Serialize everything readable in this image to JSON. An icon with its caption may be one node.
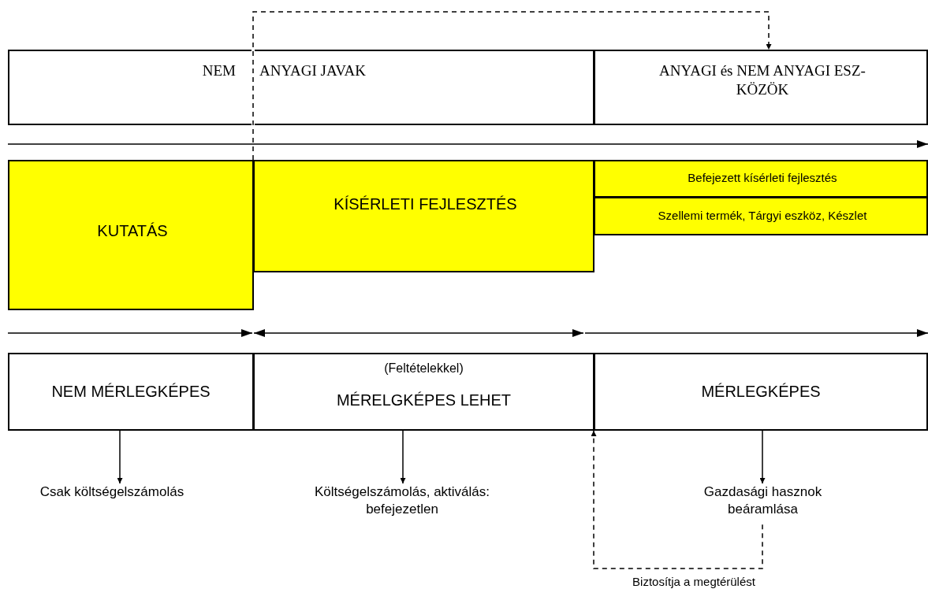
{
  "diagram": {
    "nodes": [
      {
        "text": [
          "NEM"
        ]
      },
      {
        "text": [
          "ANYAGI JAVAK"
        ]
      },
      {
        "text": [
          "ANYAGI és NEM ANYAGI ESZ- KÖZÖK"
        ]
      },
      {
        "text": [
          "KUTATÁS"
        ]
      },
      {
        "text": [
          "KÍSÉRLETI FEJLESZTÉS"
        ]
      },
      {
        "text": [
          "Befejezett kísérleti fejlesztés"
        ]
      },
      {
        "text": [
          "Szellemi termék, Tárgyi eszköz, Készlet"
        ]
      },
      {
        "text": [
          "NEM MÉRLEGKÉPES"
        ]
      },
      {
        "text": [
          "(Feltételekkel)",
          "MÉRELGKÉPES LEHET"
        ]
      },
      {
        "text": [
          "MÉRLEGKÉPES"
        ]
      },
      {
        "text": [
          "Csak költségelszámolás"
        ]
      },
      {
        "text": [
          "Költségelszámolás, aktiválás: befejezetlen"
        ]
      },
      {
        "text": [
          "Gazdasági hasznok beáramlása"
        ]
      }
    ],
    "edges": [
      {
        "from": 4,
        "to": 2,
        "arrow": "to",
        "style": "dashed"
      },
      {
        "from": 7,
        "to": 10,
        "arrow": "to"
      },
      {
        "from": 8,
        "to": 11,
        "arrow": "to"
      },
      {
        "from": 9,
        "to": 12,
        "arrow": "to"
      },
      {
        "from": 12,
        "to": 9,
        "arrow": "to",
        "style": "dashed"
      }
    ],
    "labels": [
      "Biztosítja a megtérülést"
    ]
  }
}
